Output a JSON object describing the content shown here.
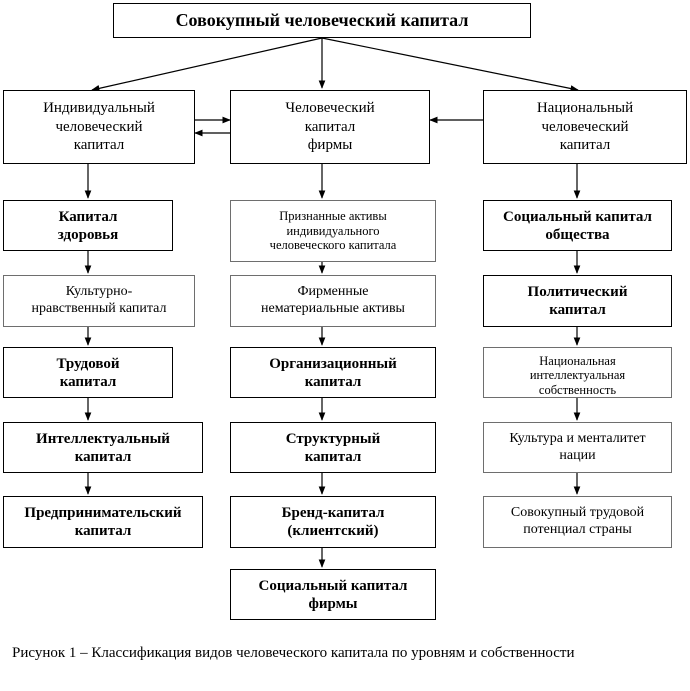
{
  "diagram": {
    "top": "Совокупный человеческий капитал",
    "columns": {
      "individual": {
        "header": "Индивидуальный\nчеловеческий\nкапитал",
        "items": [
          "Капитал\nздоровья",
          "Культурно-\nнравственный капитал",
          "Трудовой\nкапитал",
          "Интеллектуальный\nкапитал",
          "Предпринимательский\nкапитал"
        ]
      },
      "firm": {
        "header": "Человеческий\nкапитал\nфирмы",
        "items": [
          "Признанные активы\nиндивидуального\nчеловеческого капитала",
          "Фирменные\nнематериальные активы",
          "Организационный\nкапитал",
          "Структурный\nкапитал",
          "Бренд-капитал\n(клиентский)",
          "Социальный капитал\nфирмы"
        ]
      },
      "national": {
        "header": "Национальный\nчеловеческий\nкапитал",
        "items": [
          "Социальный капитал\nобщества",
          "Политический\nкапитал",
          "Национальная\nинтеллектуальная\nсобственность",
          "Культура и менталитет\nнации",
          "Совокупный трудовой\nпотенциал страны"
        ]
      }
    }
  },
  "caption": "Рисунок 1 – Классификация видов человеческого капитала по уровням и собственности"
}
